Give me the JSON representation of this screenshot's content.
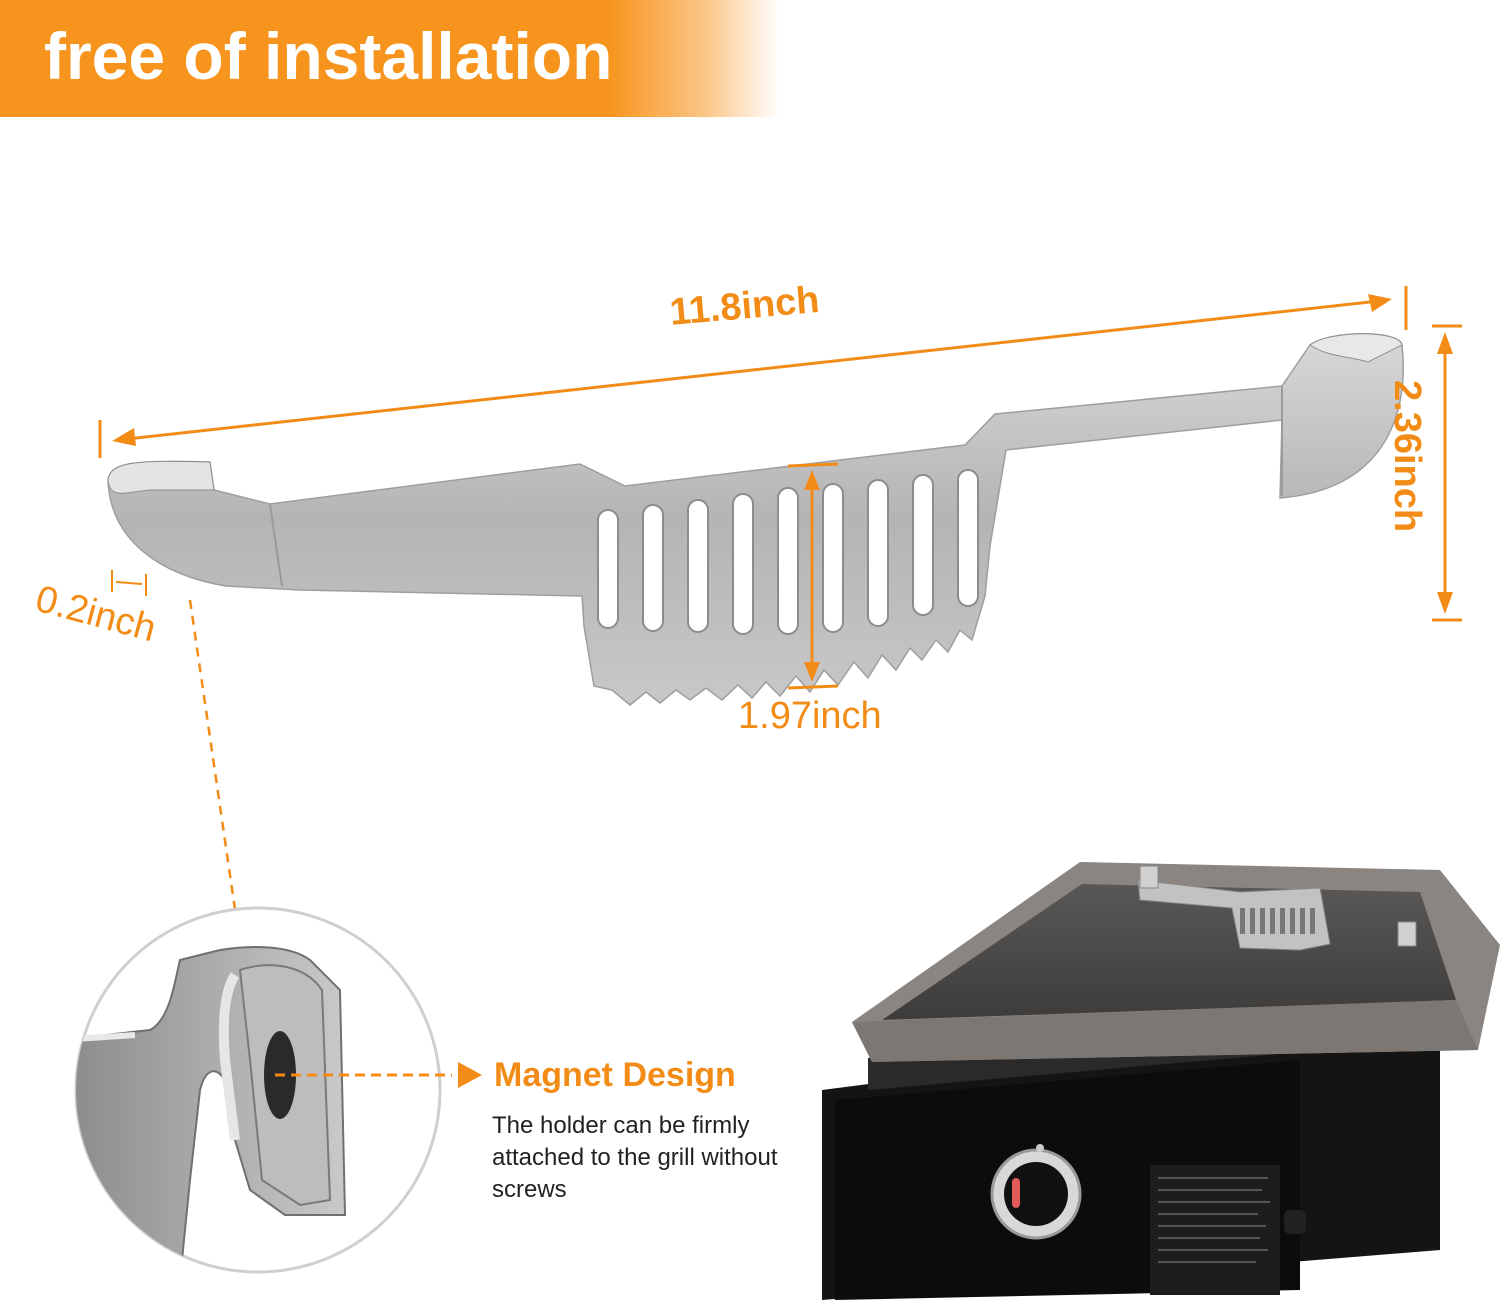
{
  "banner": {
    "text": "free of installation"
  },
  "dimensions": {
    "width": "11.8inch",
    "height": "2.36inch",
    "slot_height": "1.97inch",
    "thickness": "0.2inch"
  },
  "feature": {
    "title": "Magnet Design",
    "description": "The holder can be firmly attached to the grill without screws"
  },
  "colors": {
    "accent": "#f7941d",
    "dimension": "#f28c16",
    "steel": "#b8b8b8",
    "grill_body": "#111111",
    "griddle_top": "#4a4846"
  }
}
